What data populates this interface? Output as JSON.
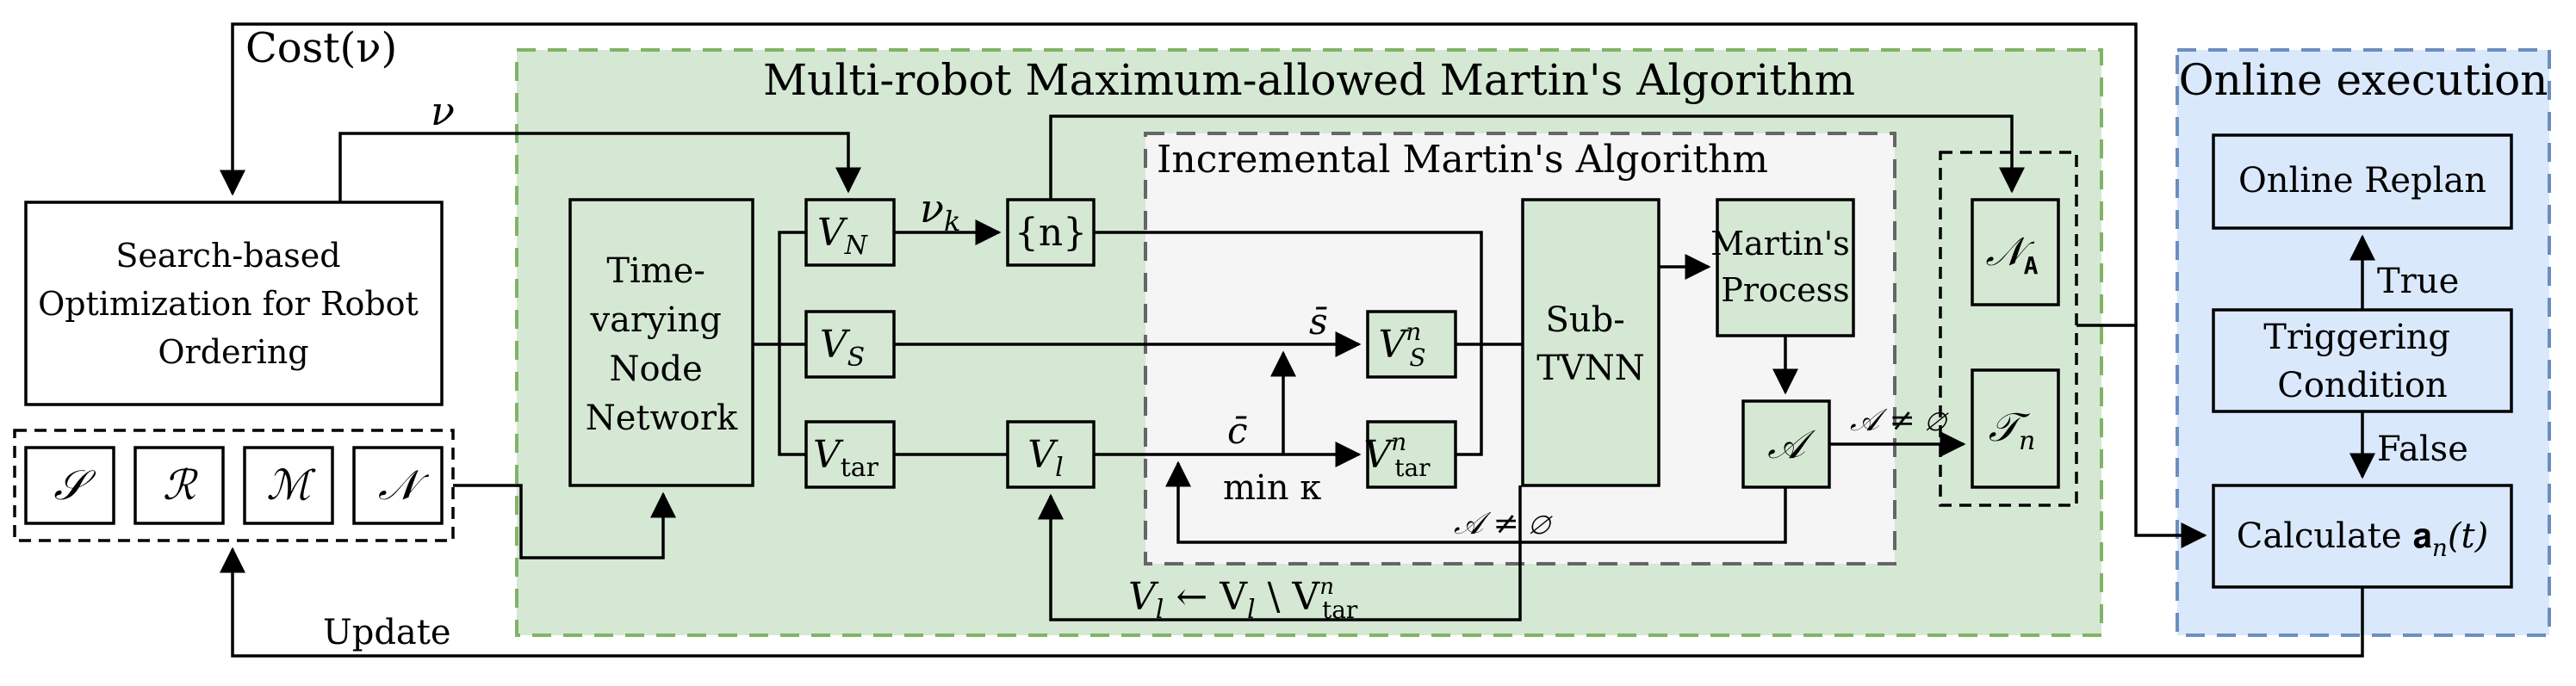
{
  "colors": {
    "green_region": "#d5e8d4",
    "green_border": "#82b366",
    "gray_region": "#f5f5f5",
    "gray_border": "#666666",
    "blue_region": "#dae8fc",
    "blue_border": "#6c8ebf"
  },
  "regions": {
    "main_title": "Multi-robot Maximum-allowed Martin's Algorithm",
    "incremental_title": "Incremental Martin's Algorithm",
    "online_title": "Online execution"
  },
  "nodes": {
    "search_opt": [
      "Search-based",
      "Optimization for Robot",
      "Ordering"
    ],
    "inputs": [
      "𝒮",
      "ℛ",
      "ℳ",
      "𝒩"
    ],
    "tvnn": [
      "Time-",
      "varying",
      "Node",
      "Network"
    ],
    "vn": "V",
    "vn_sub": "N",
    "vs": "V",
    "vs_sub": "S",
    "vtar": "V",
    "vtar_sub": "tar",
    "vl": "V",
    "vl_sub": "l",
    "n_set": "{n}",
    "vsn": "V",
    "vsn_sub": "S",
    "vsn_sup": "n",
    "vtarn": "V",
    "vtarn_sub": "tar",
    "vtarn_sup": "n",
    "subtvnn": [
      "Sub-",
      "TVNN"
    ],
    "martin": [
      "Martin's",
      "Process"
    ],
    "a_set": "𝒜",
    "n_a": "𝒩",
    "n_a_sub": "A",
    "t_n": "𝒯",
    "t_n_sub": "n",
    "online_replan": "Online Replan",
    "triggering": [
      "Triggering",
      "Condition"
    ],
    "calc": "Calculate 𝐚",
    "calc_sub": "n",
    "calc_tail": "(t)"
  },
  "edge_labels": {
    "cost": "Cost(ν)",
    "nu": "ν",
    "nu_k": "ν",
    "nu_k_sub": "k",
    "s_bar": "s̄",
    "c_bar": "c̄",
    "min_kappa": "min κ",
    "a_nonempty_right": "𝒜 ≠ ∅",
    "a_nonempty_bottom": "𝒜 ≠ ∅",
    "update_vl": "V",
    "update_vl_sub": "l",
    "update_arrow": " ← V",
    "update_vl2_sub": "l",
    "update_minus": " \\ V",
    "update_tar_sub": "tar",
    "update_tar_sup": "n",
    "update": "Update",
    "true": "True",
    "false": "False"
  }
}
